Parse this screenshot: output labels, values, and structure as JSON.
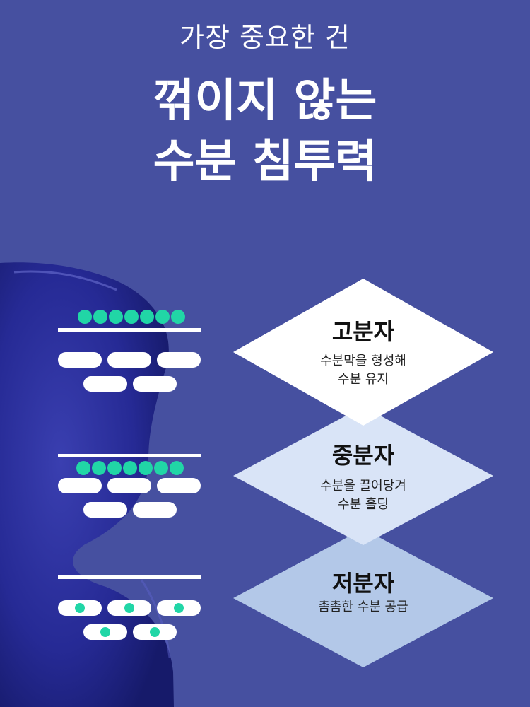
{
  "header": {
    "subtitle": "가장 중요한 건",
    "headline_line1": "꺾이지 않는",
    "headline_line2": "수분 침투력"
  },
  "layers": [
    {
      "title": "고분자",
      "desc_line1": "수분막을 형성해",
      "desc_line2": "수분 유지",
      "color": "#ffffff"
    },
    {
      "title": "중분자",
      "desc_line1": "수분을 끌어당겨",
      "desc_line2": "수분 홀딩",
      "color": "#d9e4f7"
    },
    {
      "title": "저분자",
      "desc_line1": "촘촘한 수분 공급",
      "desc_line2": "",
      "color": "#b3c8e8"
    }
  ],
  "colors": {
    "background": "#4650a0",
    "molecule": "#21d6a6",
    "blob": "#2a2f8f"
  }
}
